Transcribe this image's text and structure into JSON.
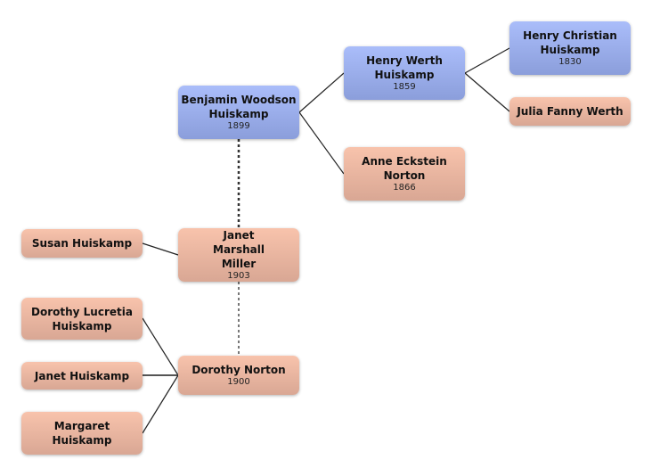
{
  "people": {
    "benjamin": {
      "name": "Benjamin Woodson Huiskamp",
      "year": "1899"
    },
    "henry_werth": {
      "name": "Henry Werth Huiskamp",
      "year": "1859"
    },
    "anne": {
      "name": "Anne Eckstein Norton",
      "year": "1866"
    },
    "henry_christian": {
      "name": "Henry Christian Huiskamp",
      "year": "1830"
    },
    "julia": {
      "name": "Julia Fanny Werth"
    },
    "susan": {
      "name": "Susan Huiskamp"
    },
    "janet_marshall": {
      "name": "Janet Marshall Miller",
      "year": "1903"
    },
    "dorothy_lucretia": {
      "name": "Dorothy Lucretia Huiskamp"
    },
    "janet": {
      "name": "Janet Huiskamp"
    },
    "margaret": {
      "name": "Margaret Huiskamp"
    },
    "dorothy_norton": {
      "name": "Dorothy Norton",
      "year": "1900"
    }
  },
  "colors": {
    "male": "#9aadea",
    "female": "#e9b5a0"
  }
}
